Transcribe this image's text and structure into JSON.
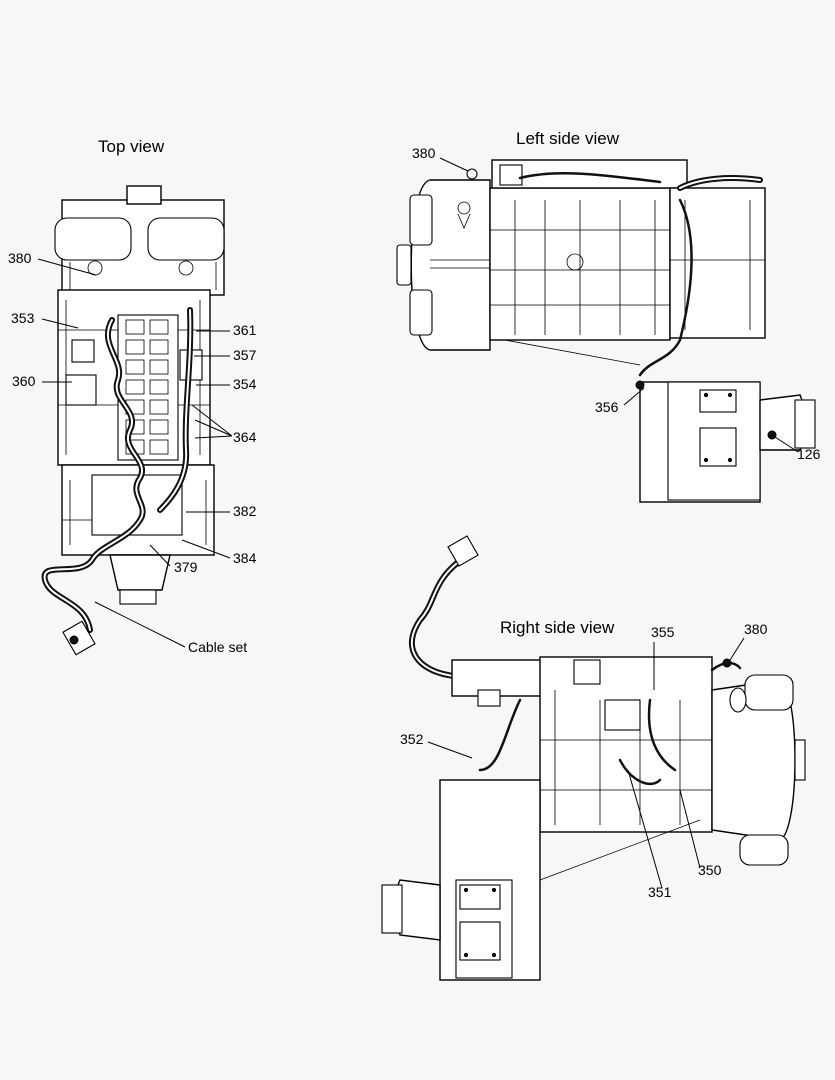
{
  "views": {
    "top": {
      "title": "Top view"
    },
    "left": {
      "title": "Left side view"
    },
    "right": {
      "title": "Right side view"
    }
  },
  "callouts": {
    "top": {
      "c380": "380",
      "c353": "353",
      "c360": "360",
      "c361": "361",
      "c357": "357",
      "c354": "354",
      "c364": "364",
      "c382": "382",
      "c384": "384",
      "c379": "379",
      "cable_set": "Cable set"
    },
    "left": {
      "c380": "380",
      "c356": "356",
      "c126": "126"
    },
    "right": {
      "c355": "355",
      "c380": "380",
      "c352": "352",
      "c350": "350",
      "c351": "351"
    }
  },
  "colors": {
    "line": "#000000",
    "background": "#f7f7f7",
    "fill": "#ffffff"
  }
}
